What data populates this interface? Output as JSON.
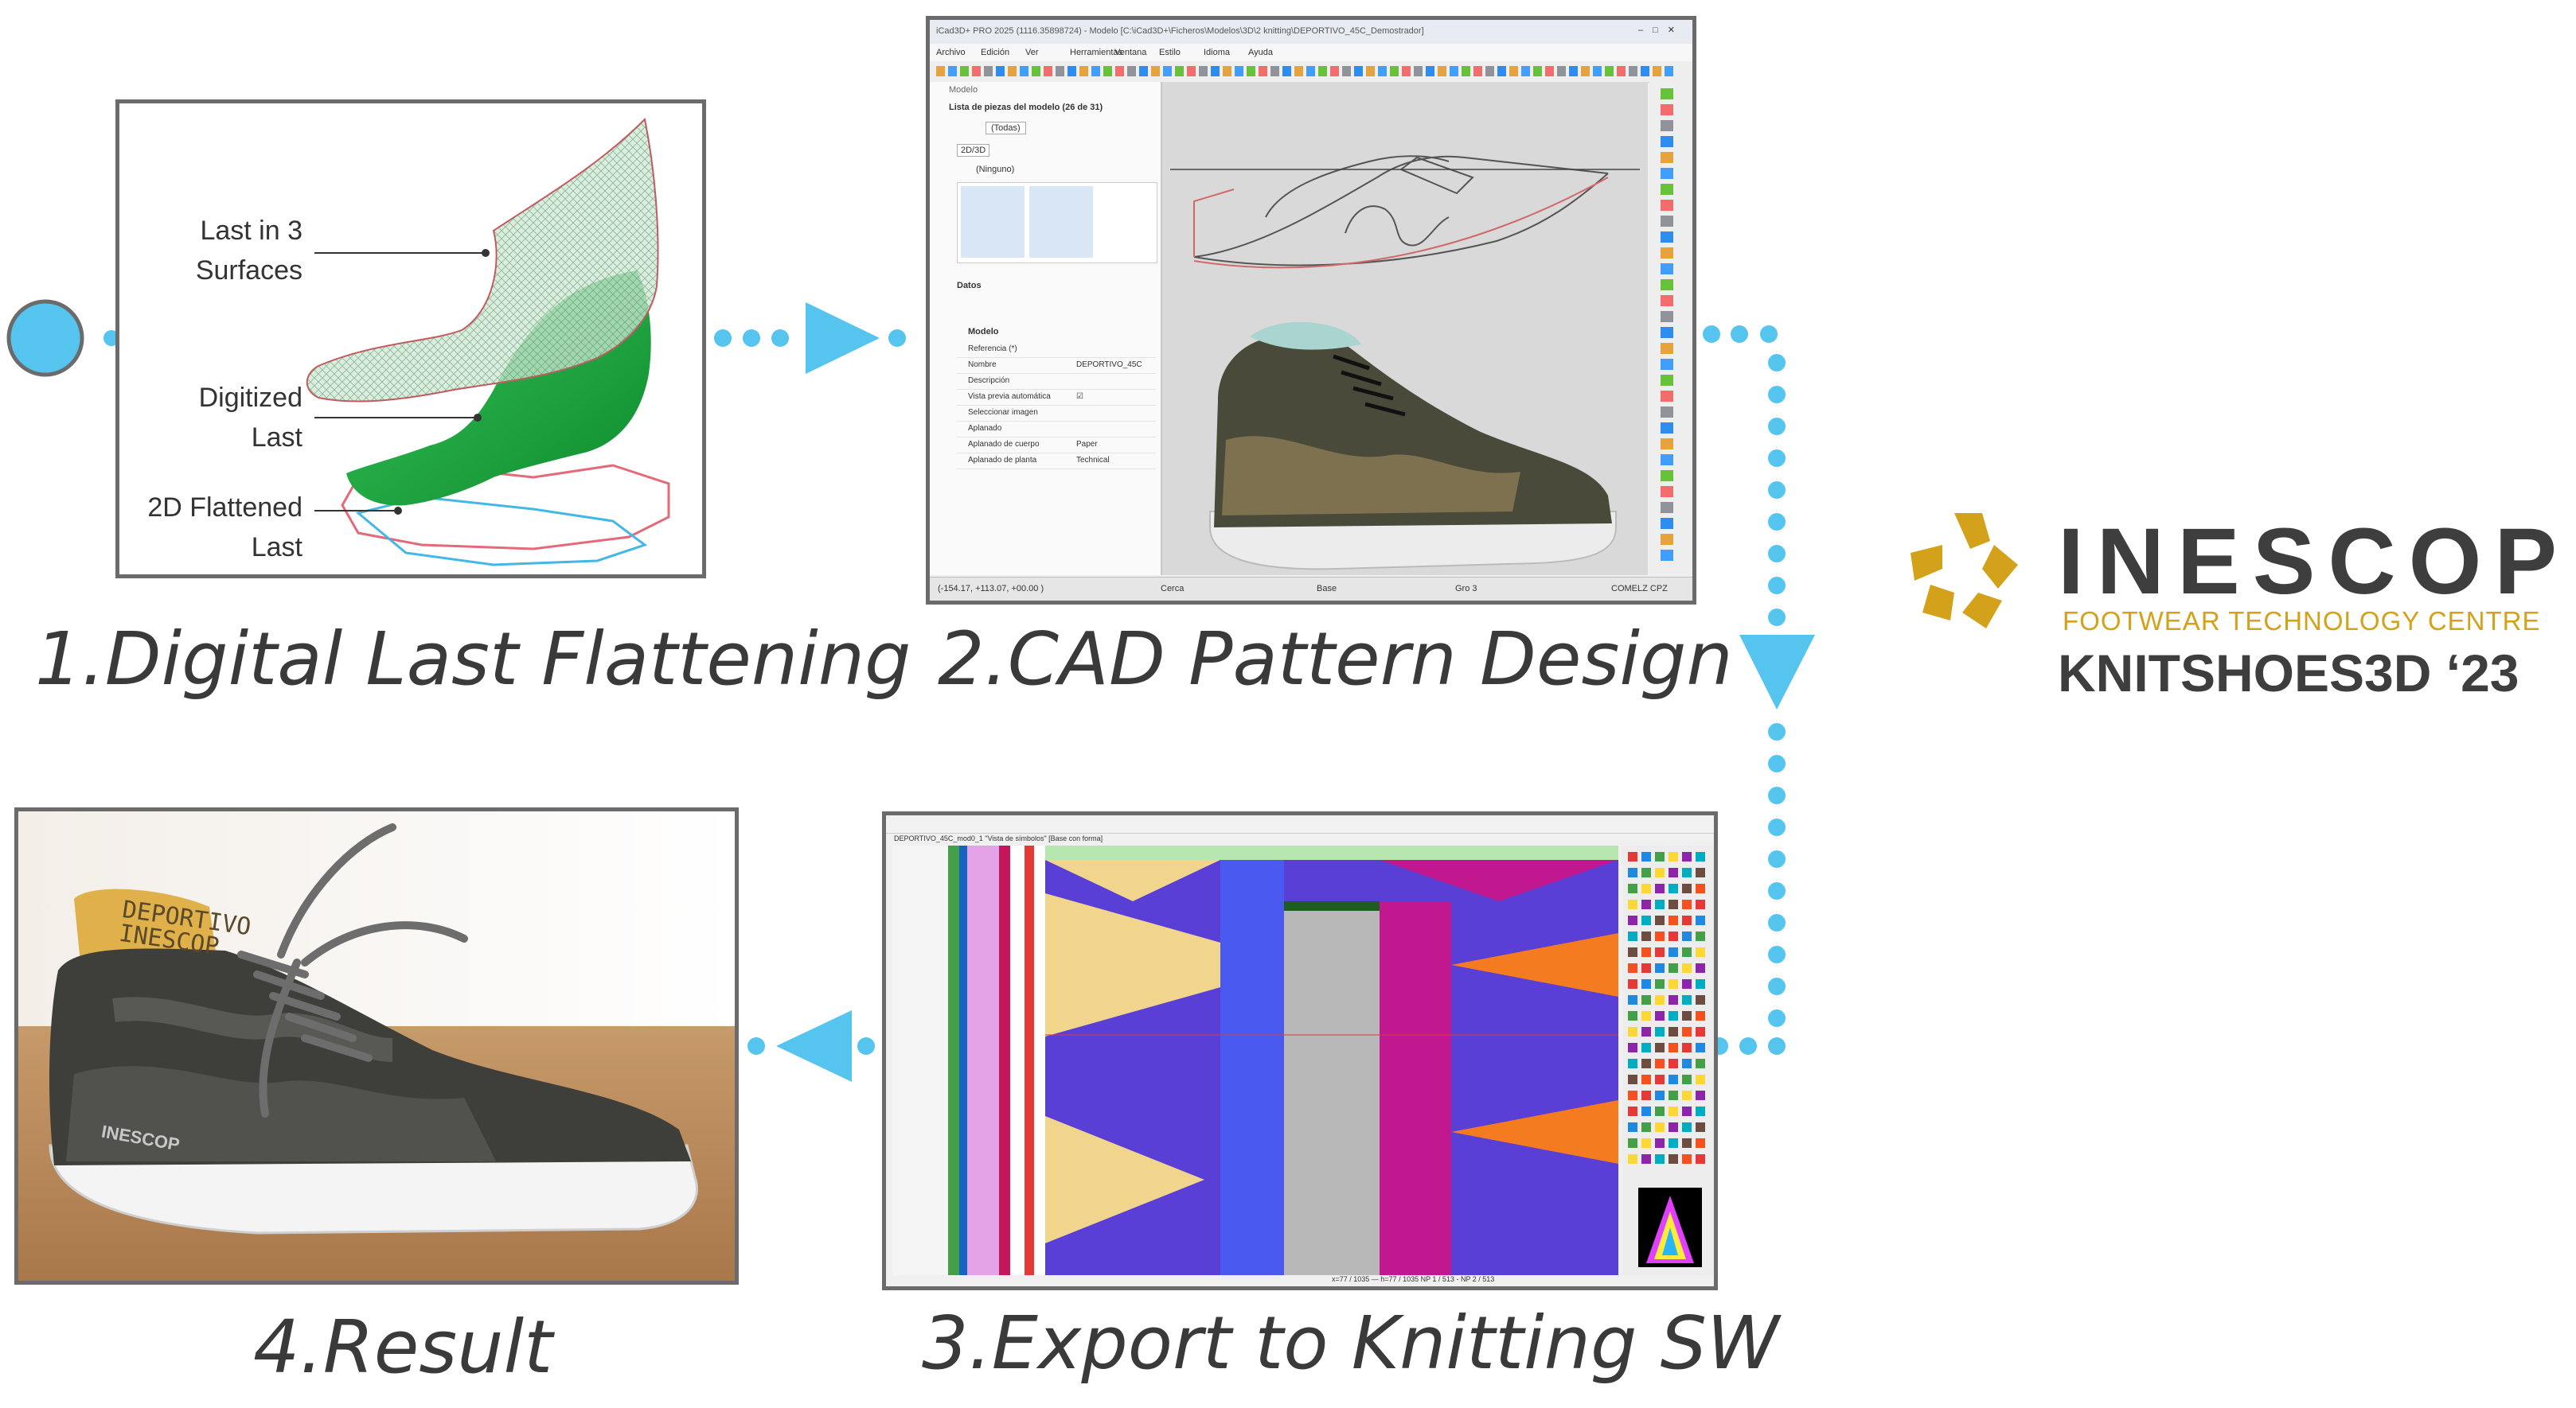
{
  "steps": [
    {
      "caption": "1.Digital Last Flattening"
    },
    {
      "caption": "2.CAD Pattern Design"
    },
    {
      "caption": "3.Export to Knitting SW"
    },
    {
      "caption": "4.Result"
    }
  ],
  "last_labels": {
    "three_surfaces": "Last in 3\nSurfaces",
    "digitized": "Digitized\nLast",
    "flattened": "2D Flattened\nLast"
  },
  "cad_window": {
    "title": "iCad3D+ PRO 2025 (1116.35898724) - Modelo [C:\\iCad3D+\\Ficheros\\Modelos\\3D\\2 knitting\\DEPORTIVO_45C_Demostrador]",
    "menu": [
      "Archivo",
      "Edición",
      "Ver",
      "Herramientas",
      "Ventana",
      "Estilo",
      "Idioma",
      "Ayuda"
    ],
    "panel_header": "Modelo",
    "pieces_title": "Lista de piezas del modelo (26 de 31)",
    "filter": "(Todas)",
    "mode": "2D/3D",
    "none_option": "(Ninguno)",
    "datos_title": "Datos",
    "section_model": "Modelo",
    "properties": [
      {
        "key": "Referencia (*)",
        "value": ""
      },
      {
        "key": "Nombre",
        "value": "DEPORTIVO_45C"
      },
      {
        "key": "Descripción",
        "value": ""
      },
      {
        "key": "Vista previa automática",
        "value": "☑"
      },
      {
        "key": "Seleccionar imagen",
        "value": ""
      },
      {
        "key": "Aplanado",
        "value": ""
      },
      {
        "key": "Aplanado de cuerpo",
        "value": "Paper"
      },
      {
        "key": "Aplanado de planta",
        "value": "Technical"
      }
    ],
    "status": {
      "coords": "(-154.17, +113.07, +00.00 )",
      "snap": "Cerca",
      "layer": "Base",
      "thickness": "Gro 3",
      "user": "COMELZ CPZ"
    }
  },
  "knit_window": {
    "title": "DEPORTIVO_45C_mod0_1 \"Vista de símbolos\" [Base con forma]",
    "status": "x=77 / 1035 — h=77 / 1035    NP 1 / 513 - NP 2 / 513"
  },
  "result_photo": {
    "last_text": "DEPORTIVO\nINESCOP",
    "sole_brand": "INESCOP"
  },
  "brand": {
    "name": "INESCOP",
    "subtitle": "FOOTWEAR TECHNOLOGY CENTRE",
    "project": "KNITSHOES3D ‘23"
  },
  "colors": {
    "connector": "#55c4ee",
    "frame": "#6b6b6b",
    "brand_gold": "#d4a21a",
    "brand_gray": "#3e3e3e"
  }
}
